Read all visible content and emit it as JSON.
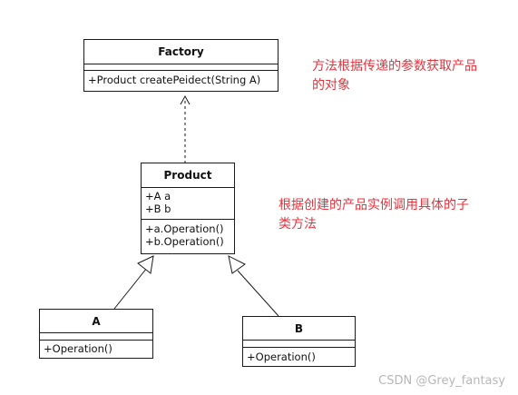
{
  "classes": {
    "factory": {
      "name": "Factory",
      "methods": [
        "+Product createPeidect(String A)"
      ]
    },
    "product": {
      "name": "Product",
      "attributes": [
        "+A a",
        "+B b"
      ],
      "methods": [
        "+a.Operation()",
        "+b.Operation()"
      ]
    },
    "a": {
      "name": "A",
      "methods": [
        "+Operation()"
      ]
    },
    "b": {
      "name": "B",
      "methods": [
        "+Operation()"
      ]
    }
  },
  "notes": {
    "factory_note": [
      "方法根据传递的参数获取产品",
      "的对象"
    ],
    "product_note": [
      "根据创建的产品实例调用具体的子",
      "类方法"
    ]
  },
  "watermark": "CSDN @Grey_fantasy",
  "colors": {
    "note": "#e8323c",
    "line": "#1a1a1a",
    "watermark": "#b7b7b7"
  }
}
